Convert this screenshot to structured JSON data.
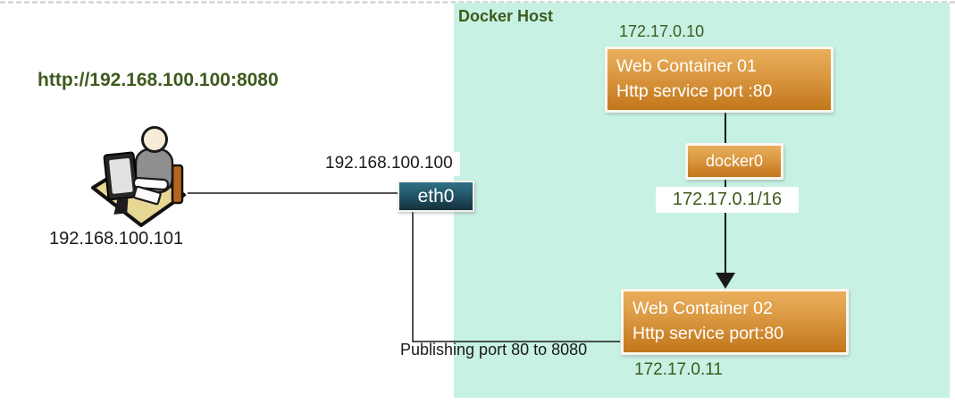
{
  "client": {
    "request_url": "http://192.168.100.100:8080",
    "ip": "192.168.100.101"
  },
  "host": {
    "label": "Docker Host",
    "eth0_label": "eth0",
    "eth0_ip": "192.168.100.100",
    "publish_note": "Publishing port 80 to 8080",
    "bridge": {
      "label": "docker0",
      "subnet": "172.17.0.1/16"
    },
    "containers": [
      {
        "ip": "172.17.0.10",
        "name": "Web Container 01",
        "service": "Http service port :80"
      },
      {
        "ip": "172.17.0.11",
        "name": "Web Container 02",
        "service": "Http service port:80"
      }
    ]
  },
  "icons": {
    "client": "person-at-desk-icon"
  },
  "colors": {
    "host_bg": "#c6f1e3",
    "container_gradient_top": "#e9ae5c",
    "container_gradient_bottom": "#c3761b",
    "container_border": "#fbf7ee",
    "eth0_gradient_top": "#2f7084",
    "eth0_gradient_bottom": "#15303b",
    "green_text": "#3e5a1d",
    "line_black": "#1a1a1a",
    "dashed_border_gray": "#d9d9d9"
  }
}
